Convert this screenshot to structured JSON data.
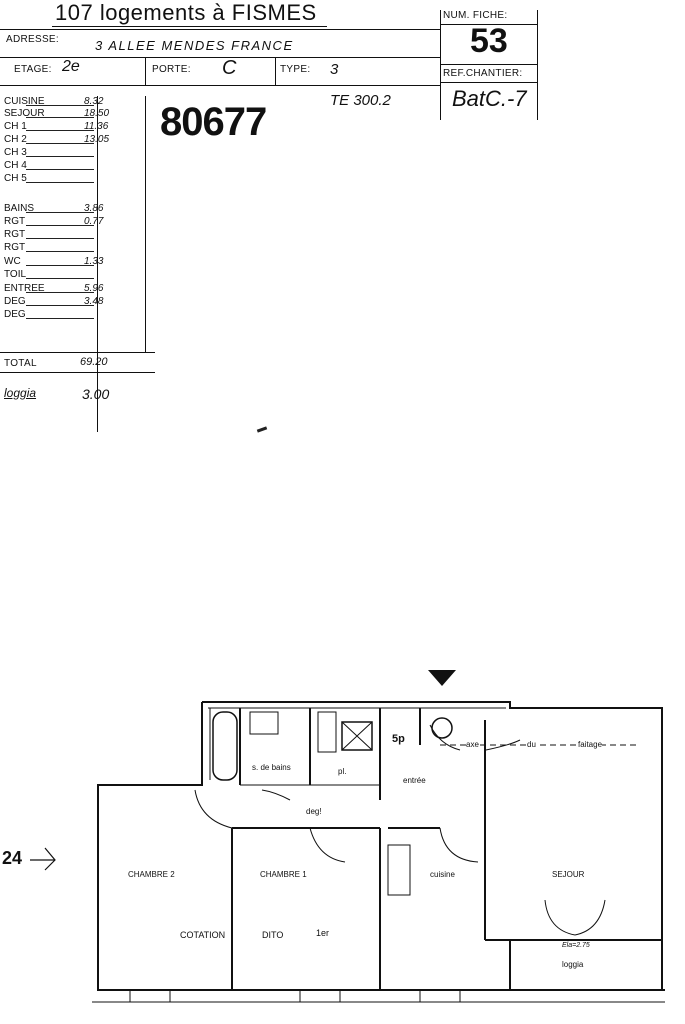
{
  "header": {
    "title": "107 logements à FISMES",
    "num_fiche_label": "NUM. FICHE:",
    "num_fiche_value": "53",
    "adresse_label": "ADRESSE:",
    "adresse_value": "3 ALLEE MENDES FRANCE",
    "etage_label": "ETAGE:",
    "etage_value": "2e",
    "porte_label": "PORTE:",
    "porte_value": "C",
    "type_label": "TYPE:",
    "type_value": "3",
    "ref_chantier_label": "REF.CHANTIER:",
    "ref_chantier_value": "BatC.-7",
    "ref_number": "80677",
    "te_note": "TE 300.2"
  },
  "rooms": [
    {
      "name": "CUISINE",
      "value": "8.32"
    },
    {
      "name": "SEJOUR",
      "value": "18.50"
    },
    {
      "name": "CH 1",
      "value": "11.36"
    },
    {
      "name": "CH 2",
      "value": "13.05"
    },
    {
      "name": "CH 3",
      "value": ""
    },
    {
      "name": "CH 4",
      "value": ""
    },
    {
      "name": "CH 5",
      "value": ""
    },
    {
      "name": "BAINS",
      "value": "3.86"
    },
    {
      "name": "RGT",
      "value": "0.77"
    },
    {
      "name": "RGT",
      "value": ""
    },
    {
      "name": "RGT",
      "value": ""
    },
    {
      "name": "WC",
      "value": "1.33"
    },
    {
      "name": "TOIL",
      "value": ""
    },
    {
      "name": "ENTREE",
      "value": "5.96"
    },
    {
      "name": "DEG",
      "value": "3.48"
    },
    {
      "name": "DEG",
      "value": ""
    }
  ],
  "total_label": "TOTAL",
  "total_value": "69.20",
  "loggia_label": "loggia",
  "loggia_value": "3.00",
  "plan": {
    "chambre2": "CHAMBRE 2",
    "chambre1": "CHAMBRE 1",
    "cotation": "COTATION",
    "dito": "DITO",
    "first": "1er",
    "sdb": "s. de bains",
    "pl": "pl.",
    "deg": "deg!",
    "entree": "entrée",
    "cuisine": "cuisine",
    "sejour": "SEJOUR",
    "axe": "axe",
    "du": "du",
    "faitage": "faitage",
    "loggia": "loggia",
    "gaine": "5p",
    "dim": "Ela=2.75",
    "north": "24"
  }
}
